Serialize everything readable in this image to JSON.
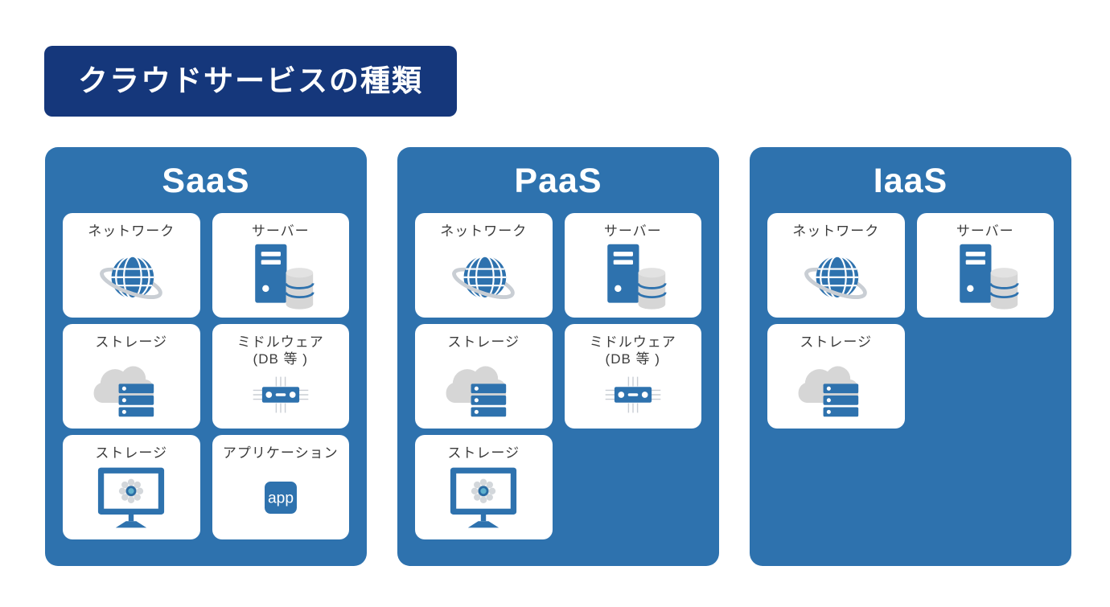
{
  "title": {
    "text": "クラウドサービスの種類"
  },
  "colors": {
    "page_bg": "#FFFFFF",
    "title_bg": "#15377B",
    "title_text": "#FFFFFF",
    "column_bg": "#2E72AE",
    "column_title_text": "#FFFFFF",
    "card_bg": "#FFFFFF",
    "card_label_text": "#3B3B3B",
    "icon_blue": "#2E72AE",
    "icon_gray": "#D6D6D6",
    "icon_gray_light": "#E2E2E2",
    "icon_line_gray": "#C9CED4",
    "gear_petal_gray": "#D3D7DB",
    "gear_ring_blue": "#2A6BA3",
    "gear_center_teal": "#5FB0CD",
    "icon_white": "#FFFFFF"
  },
  "columns": [
    {
      "title": "SaaS",
      "cards": [
        {
          "label": "ネットワーク",
          "icon": "globe-network"
        },
        {
          "label": "サーバー",
          "icon": "server-database"
        },
        {
          "label": "ストレージ",
          "icon": "cloud-storage"
        },
        {
          "label": "ミドルウェア",
          "sublabel": "(DB 等 )",
          "icon": "middleware-chip"
        },
        {
          "label": "ストレージ",
          "icon": "monitor-gear"
        },
        {
          "label": "アプリケーション",
          "icon": "app-box",
          "icon_text": "app"
        }
      ]
    },
    {
      "title": "PaaS",
      "cards": [
        {
          "label": "ネットワーク",
          "icon": "globe-network"
        },
        {
          "label": "サーバー",
          "icon": "server-database"
        },
        {
          "label": "ストレージ",
          "icon": "cloud-storage"
        },
        {
          "label": "ミドルウェア",
          "sublabel": "(DB 等 )",
          "icon": "middleware-chip"
        },
        {
          "label": "ストレージ",
          "icon": "monitor-gear"
        }
      ]
    },
    {
      "title": "IaaS",
      "cards": [
        {
          "label": "ネットワーク",
          "icon": "globe-network"
        },
        {
          "label": "サーバー",
          "icon": "server-database"
        },
        {
          "label": "ストレージ",
          "icon": "cloud-storage"
        }
      ]
    }
  ]
}
